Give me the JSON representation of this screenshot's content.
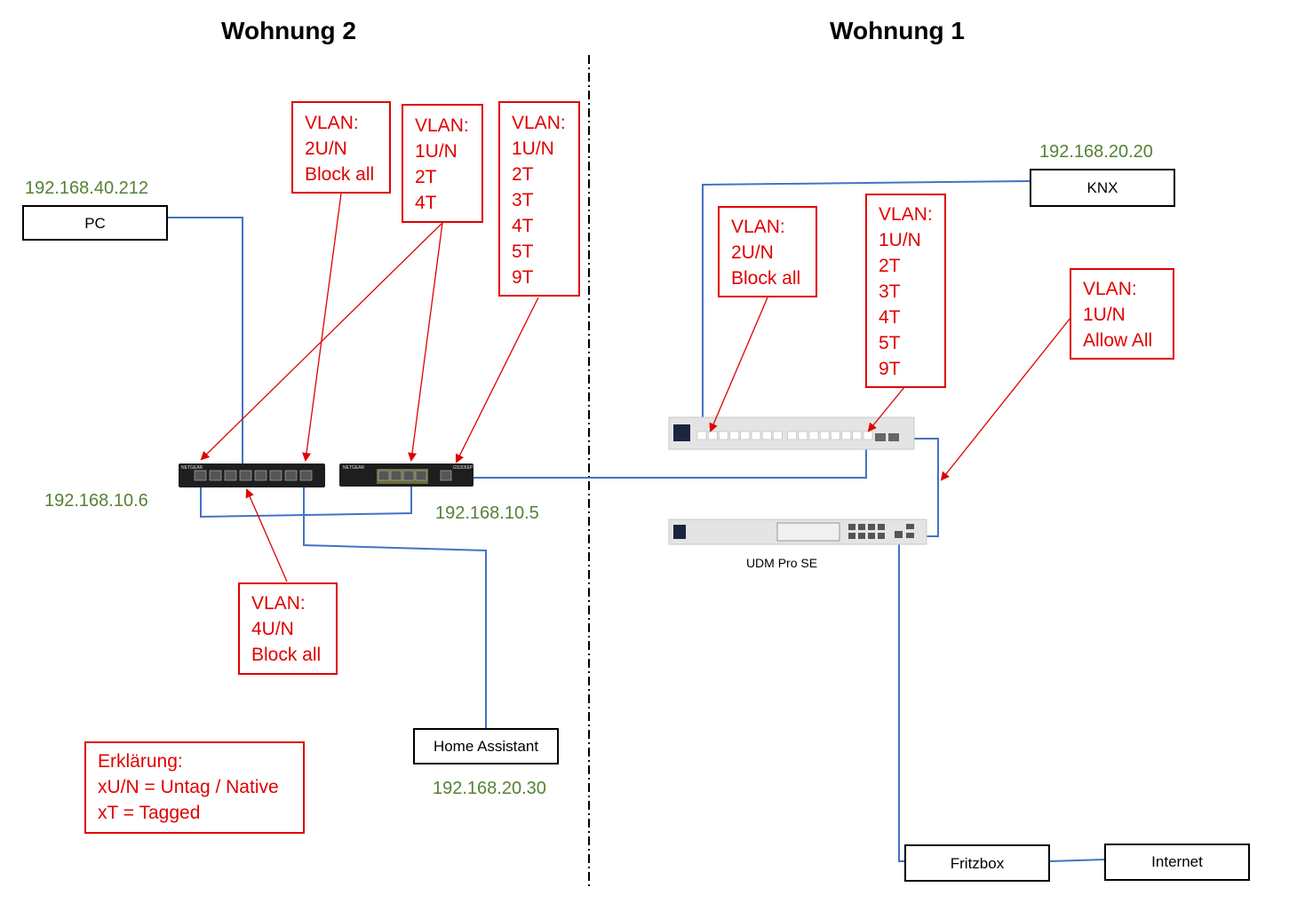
{
  "titles": {
    "left": "Wohnung 2",
    "right": "Wohnung 1"
  },
  "vlan_boxes": {
    "ng1_port": [
      "VLAN:",
      "2U/N",
      "Block all"
    ],
    "ng1_uplink": [
      "VLAN:",
      "1U/N",
      "2T",
      "4T"
    ],
    "gs305_uplink": [
      "VLAN:",
      "1U/N",
      "2T",
      "3T",
      "4T",
      "5T",
      "9T"
    ],
    "ng1_pc": [
      "VLAN:",
      "4U/N",
      "Block all"
    ],
    "unifi_knx": [
      "VLAN:",
      "2U/N",
      "Block all"
    ],
    "unifi_trunk": [
      "VLAN:",
      "1U/N",
      "2T",
      "3T",
      "4T",
      "5T",
      "9T"
    ],
    "unifi_sfp": [
      "VLAN:",
      "1U/N",
      "Allow All"
    ]
  },
  "devices": {
    "pc": {
      "label": "PC",
      "ip": "192.168.40.212"
    },
    "knx": {
      "label": "KNX",
      "ip": "192.168.20.20"
    },
    "home_assistant": {
      "label": "Home Assistant",
      "ip": "192.168.20.30"
    },
    "netgear_8port": {
      "ip": "192.168.10.6",
      "brand": "NETGEAR"
    },
    "netgear_gs305ep": {
      "ip": "192.168.10.5",
      "brand": "NETGEAR",
      "model": "GS305EP"
    },
    "udm": {
      "label": "UDM Pro SE"
    },
    "fritzbox": {
      "label": "Fritzbox"
    },
    "internet": {
      "label": "Internet"
    }
  },
  "legend": [
    "Erklärung:",
    "xU/N = Untag / Native",
    "xT = Tagged"
  ],
  "colors": {
    "cable": "#4472c4",
    "annotation": "#e00000",
    "ip": "#548235"
  }
}
